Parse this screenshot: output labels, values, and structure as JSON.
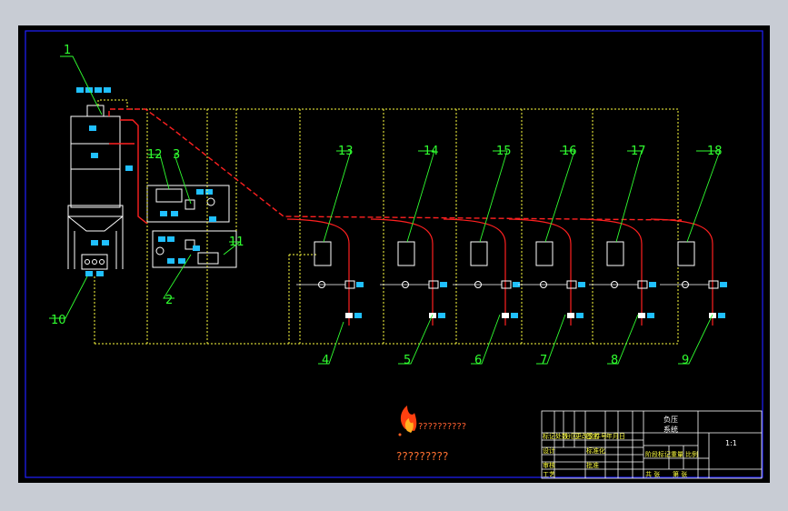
{
  "drawing": {
    "callouts": [
      "1",
      "2",
      "3",
      "4",
      "5",
      "6",
      "7",
      "8",
      "9",
      "10",
      "11",
      "12",
      "13",
      "14",
      "15",
      "16",
      "17",
      "18"
    ]
  },
  "title_block": {
    "title_line1": "负压",
    "title_line2": "系统",
    "col_headers": [
      "标记",
      "处数",
      "分区",
      "更改文件号",
      "签名",
      "年月日"
    ],
    "row_labels": [
      "设计",
      "审核",
      "工艺"
    ],
    "mid_labels": [
      "标准化",
      "批准",
      "阶段标记",
      "重量",
      "比例"
    ],
    "bottom_left": "共  张",
    "bottom_right": "第  张",
    "top_right_code": "1:1"
  },
  "watermark": {
    "line1": "??????????",
    "line2": "?????????"
  },
  "colors": {
    "background": "#000000",
    "frame": "#2020ff",
    "pipe": "#ff2020",
    "wire": "#ffff40",
    "leader": "#30ff30",
    "component": "#ffffff",
    "tag": "#20c0ff",
    "page": "#c8ccd4"
  }
}
